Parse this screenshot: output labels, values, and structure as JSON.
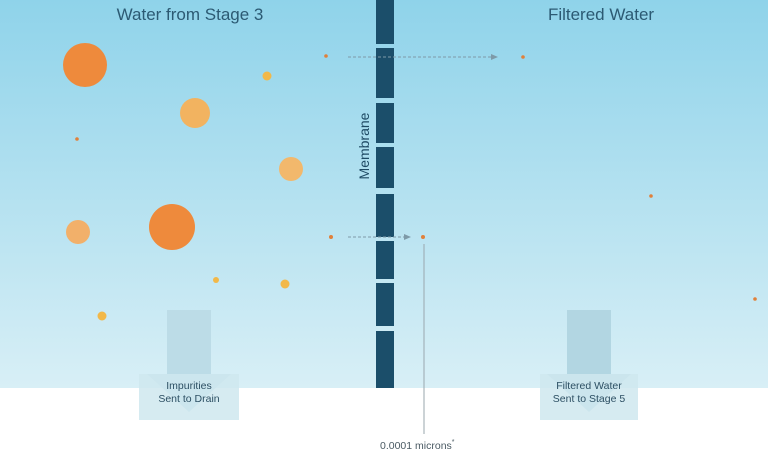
{
  "labels": {
    "left_title": "Water from Stage 3",
    "right_title": "Filtered Water",
    "membrane": "Membrane",
    "drain_line1": "Impurities",
    "drain_line2": "Sent to Drain",
    "stage5_line1": "Filtered Water",
    "stage5_line2": "Sent to Stage 5",
    "micron": "0.0001 microns",
    "micron_mark": "*"
  },
  "colors": {
    "water_top": "#8fd3ea",
    "water_bottom": "#d8eff6",
    "membrane": "#1b4e6a",
    "particle_dark": "#ee8a3c",
    "particle_light": "#f2b360",
    "arrow_fill": "#b9dbe6"
  }
}
